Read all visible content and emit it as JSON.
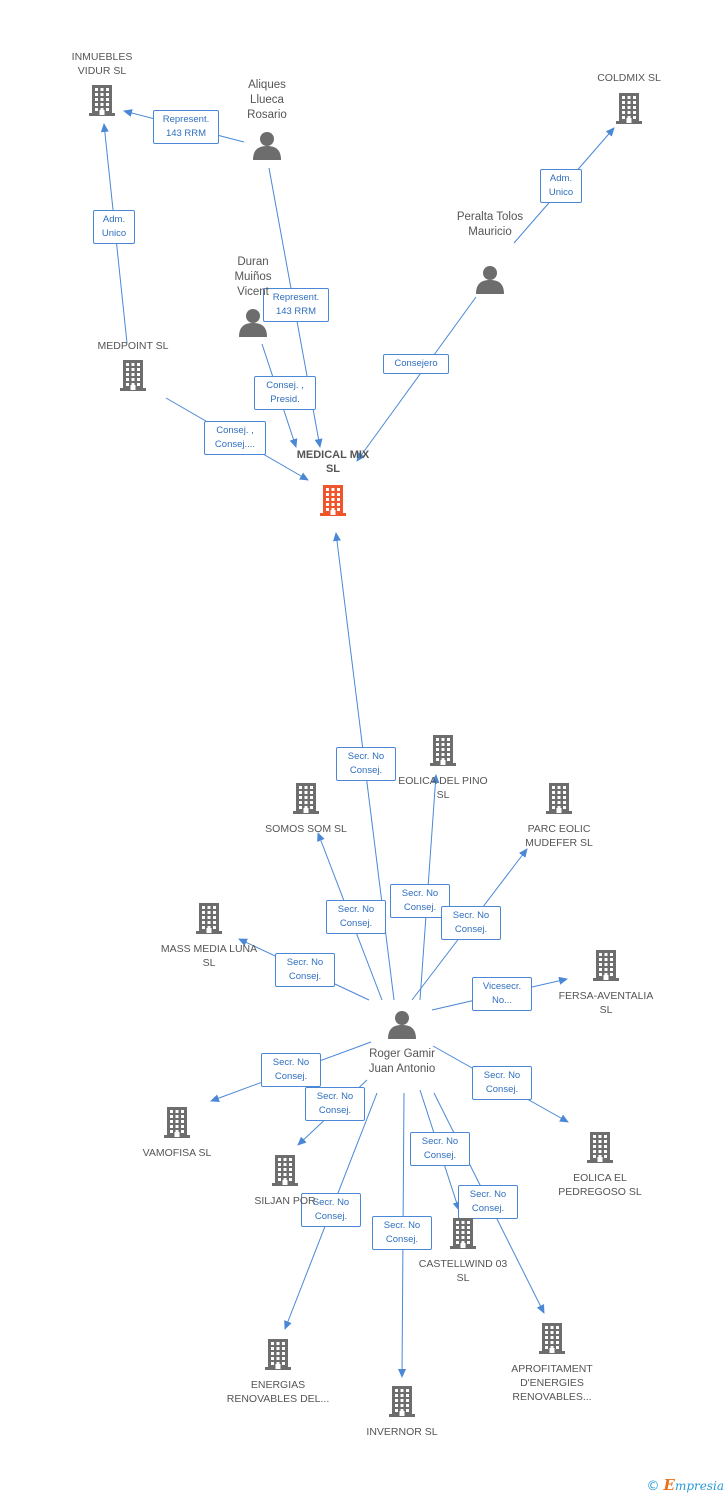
{
  "colors": {
    "edge": "#4a88d6",
    "building": "#6d6d6d",
    "focus": "#f0542a",
    "person": "#6d6d6d"
  },
  "nodes": [
    {
      "id": "inmuebles",
      "type": "company",
      "label": "INMUEBLES VIDUR SL"
    },
    {
      "id": "aliques",
      "type": "person",
      "label": "Aliques Llueca Rosario"
    },
    {
      "id": "coldmix",
      "type": "company",
      "label": "COLDMIX SL"
    },
    {
      "id": "peralta",
      "type": "person",
      "label": "Peralta Tolos Mauricio"
    },
    {
      "id": "duran",
      "type": "person",
      "label": "Duran Muiños Vicent"
    },
    {
      "id": "medpoint",
      "type": "company",
      "label": "MEDPOINT SL"
    },
    {
      "id": "medical",
      "type": "company",
      "focus": true,
      "label": "MEDICAL MIX SL"
    },
    {
      "id": "eolicapino",
      "type": "company",
      "label": "EOLICA DEL PINO SL"
    },
    {
      "id": "somos",
      "type": "company",
      "label": "SOMOS SOM SL"
    },
    {
      "id": "parceolic",
      "type": "company",
      "label": "PARC EOLIC MUDEFER SL"
    },
    {
      "id": "massmedia",
      "type": "company",
      "label": "MASS MEDIA LUNA SL"
    },
    {
      "id": "fersa",
      "type": "company",
      "label": "FERSA-AVENTALIA SL"
    },
    {
      "id": "roger",
      "type": "person",
      "label": "Roger Gamir Juan Antonio"
    },
    {
      "id": "vamofisa",
      "type": "company",
      "label": "VAMOFISA SL"
    },
    {
      "id": "siljan",
      "type": "company",
      "label": "SILJAN POR"
    },
    {
      "id": "eolicapedregoso",
      "type": "company",
      "label": "EOLICA EL PEDREGOSO SL"
    },
    {
      "id": "castellwind",
      "type": "company",
      "label": "CASTELLWIND 03 SL"
    },
    {
      "id": "energias",
      "type": "company",
      "label": "ENERGIAS RENOVABLES DEL..."
    },
    {
      "id": "invernor",
      "type": "company",
      "label": "INVERNOR SL"
    },
    {
      "id": "aprofitament",
      "type": "company",
      "label": "APROFITAMENT D'ENERGIES RENOVABLES..."
    }
  ],
  "edges": [
    {
      "id": "e1",
      "from": "aliques",
      "to": "inmuebles",
      "label": "Represent. 143 RRM"
    },
    {
      "id": "e2",
      "from": "medpoint",
      "to": "inmuebles",
      "label": "Adm. Unico"
    },
    {
      "id": "e3",
      "from": "peralta",
      "to": "coldmix",
      "label": "Adm. Unico"
    },
    {
      "id": "e4",
      "from": "aliques",
      "to": "medical",
      "label": "Represent. 143 RRM"
    },
    {
      "id": "e5",
      "from": "duran",
      "to": "medical",
      "label": "Consej. , Presid."
    },
    {
      "id": "e6",
      "from": "medpoint",
      "to": "medical",
      "label": "Consej. , Consej...."
    },
    {
      "id": "e7",
      "from": "peralta",
      "to": "medical",
      "label": "Consejero"
    },
    {
      "id": "e8",
      "from": "roger",
      "to": "medical",
      "label": "Secr. No Consej."
    },
    {
      "id": "e9",
      "from": "roger",
      "to": "eolicapino",
      "label": "Secr. No Consej."
    },
    {
      "id": "e10",
      "from": "roger",
      "to": "somos",
      "label": "Secr. No Consej."
    },
    {
      "id": "e11",
      "from": "roger",
      "to": "parceolic",
      "label": "Secr. No Consej."
    },
    {
      "id": "e12",
      "from": "roger",
      "to": "massmedia",
      "label": "Secr. No Consej."
    },
    {
      "id": "e13",
      "from": "roger",
      "to": "fersa",
      "label": "Vicesecr. No..."
    },
    {
      "id": "e14",
      "from": "roger",
      "to": "vamofisa",
      "label": "Secr. No Consej."
    },
    {
      "id": "e15",
      "from": "roger",
      "to": "siljan",
      "label": "Secr. No Consej."
    },
    {
      "id": "e16",
      "from": "roger",
      "to": "eolicapedregoso",
      "label": "Secr. No Consej."
    },
    {
      "id": "e17",
      "from": "roger",
      "to": "castellwind",
      "label": "Secr. No Consej."
    },
    {
      "id": "e18",
      "from": "roger",
      "to": "energias",
      "label": "Secr. No Consej."
    },
    {
      "id": "e19",
      "from": "roger",
      "to": "invernor",
      "label": "Secr. No Consej."
    },
    {
      "id": "e20",
      "from": "roger",
      "to": "aprofitament",
      "label": "Secr. No Consej."
    }
  ],
  "brand": {
    "copyright": "©",
    "name_first": "E",
    "name_rest": "mpresia"
  }
}
